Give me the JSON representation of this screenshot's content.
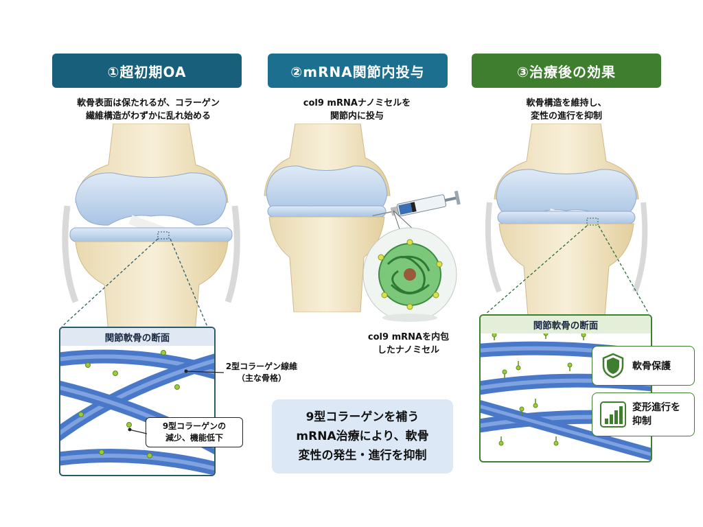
{
  "panels": [
    {
      "header": "①超初期OA",
      "color": "#175f7a",
      "description": [
        "軟骨表面は保たれるが、コラーゲン",
        "繊維構造がわずかに乱れ始める"
      ],
      "inset_title": "関節軟骨の断面",
      "callouts": [
        {
          "lines": [
            "2型コラーゲン線維",
            "（主な骨格）"
          ]
        },
        {
          "lines": [
            "9型コラーゲンの",
            "減少、機能低下"
          ]
        }
      ]
    },
    {
      "header": "②mRNA関節内投与",
      "color": "#1d6f8f",
      "description": [
        "col9 mRNAナノミセルを",
        "関節内に投与"
      ],
      "micelle_label": [
        "col9 mRNAを内包",
        "したナノミセル"
      ]
    },
    {
      "header": "③治療後の効果",
      "color": "#3f7e2e",
      "description": [
        "軟骨構造を維持し、",
        "変性の進行を抑制"
      ],
      "inset_title": "関節軟骨の断面",
      "effects": [
        {
          "icon": "shield-icon",
          "label": [
            "軟骨保護"
          ]
        },
        {
          "icon": "bar-chart-icon",
          "label": [
            "変形進行を",
            "抑制"
          ]
        }
      ]
    }
  ],
  "summary": [
    "9型コラーゲンを補う",
    "mRNA治療により、軟骨",
    "変性の発生・進行を抑制"
  ],
  "colors": {
    "bone": "#efe3c2",
    "cartilage": "#c9dcef",
    "fiber": "#4a78c8",
    "accent_green": "#3f7e2e",
    "summary_bg": "#dce8f5"
  }
}
